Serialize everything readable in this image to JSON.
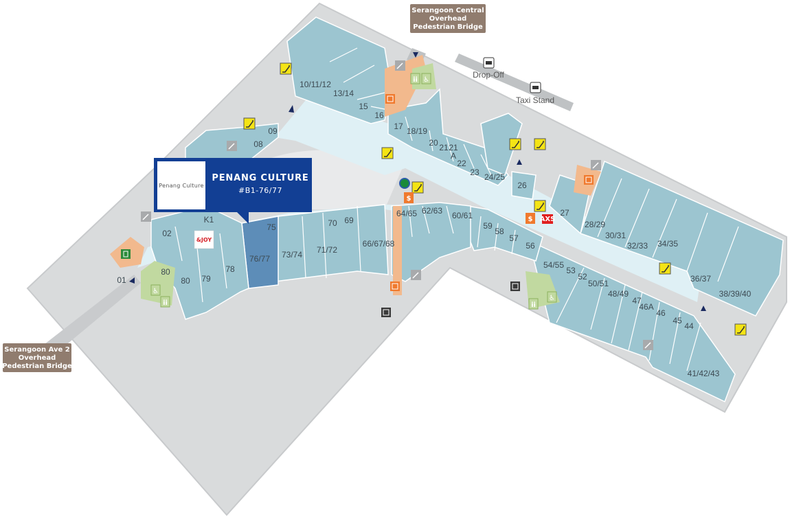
{
  "store": {
    "name": "PENANG CULTURE",
    "unit": "#B1-76/77",
    "logo_text": "Penang Culture"
  },
  "labels": {
    "serangoon_central_bridge": [
      "Serangoon Central",
      "Overhead",
      "Pedestrian Bridge"
    ],
    "serangoon_ave2_bridge": [
      "Serangoon Ave 2",
      "Overhead",
      "Pedestrian Bridge"
    ],
    "drop_off": "Drop-Off",
    "taxi_stand": "Taxi Stand",
    "joy_text": "&JOY"
  },
  "units": {
    "u01": "01",
    "u02": "02",
    "u08": "08",
    "u09": "09",
    "u101112": "10/11/12",
    "u1314": "13/14",
    "u15": "15",
    "u16": "16",
    "u17": "17",
    "u1819": "18/19",
    "u20": "20",
    "u21": "21",
    "u21a": "21",
    "u21a_letter": "A",
    "u22": "22",
    "u23": "23",
    "u2425": "24/25",
    "u26": "26",
    "u27": "27",
    "u2829": "28/29",
    "u3031": "30/31",
    "u3233": "32/33",
    "u3435": "34/35",
    "u3637": "36/37",
    "u383940": "38/39/40",
    "u414243": "41/42/43",
    "u44": "44",
    "u45": "45",
    "u46": "46",
    "u46a": "46A",
    "u47": "47",
    "u4849": "48/49",
    "u5051": "50/51",
    "u52": "52",
    "u53": "53",
    "u5455": "54/55",
    "u56": "56",
    "u57": "57",
    "u58": "58",
    "u59": "59",
    "u6061": "60/61",
    "u6263": "62/63",
    "u6465": "64/65",
    "u666768": "66/67/68",
    "u69": "69",
    "u70": "70",
    "u7172": "71/72",
    "u7374": "73/74",
    "u75": "75",
    "u7677": "76/77",
    "u78": "78",
    "u79": "79",
    "u80a": "80",
    "u80b": "80",
    "uk1": "K1"
  },
  "icons": {
    "escalator": "escalator-icon",
    "lift": "lift-icon",
    "toilet": "toilet-icon",
    "accessible": "wheelchair-icon",
    "atm": "atm-icon",
    "car": "car-icon",
    "taxi": "taxi-icon"
  },
  "colors": {
    "unit": "#9cc5d0",
    "unit_highlight": "#5d8db8",
    "corridor": "#dff0f5",
    "floor": "#d9dbdc",
    "sign": "#907c6e",
    "callout": "#123f94",
    "escalator": "#f4e415",
    "service": "#f2b98d",
    "amenity": "#c1d9a0",
    "utility": "#f07a2e"
  }
}
